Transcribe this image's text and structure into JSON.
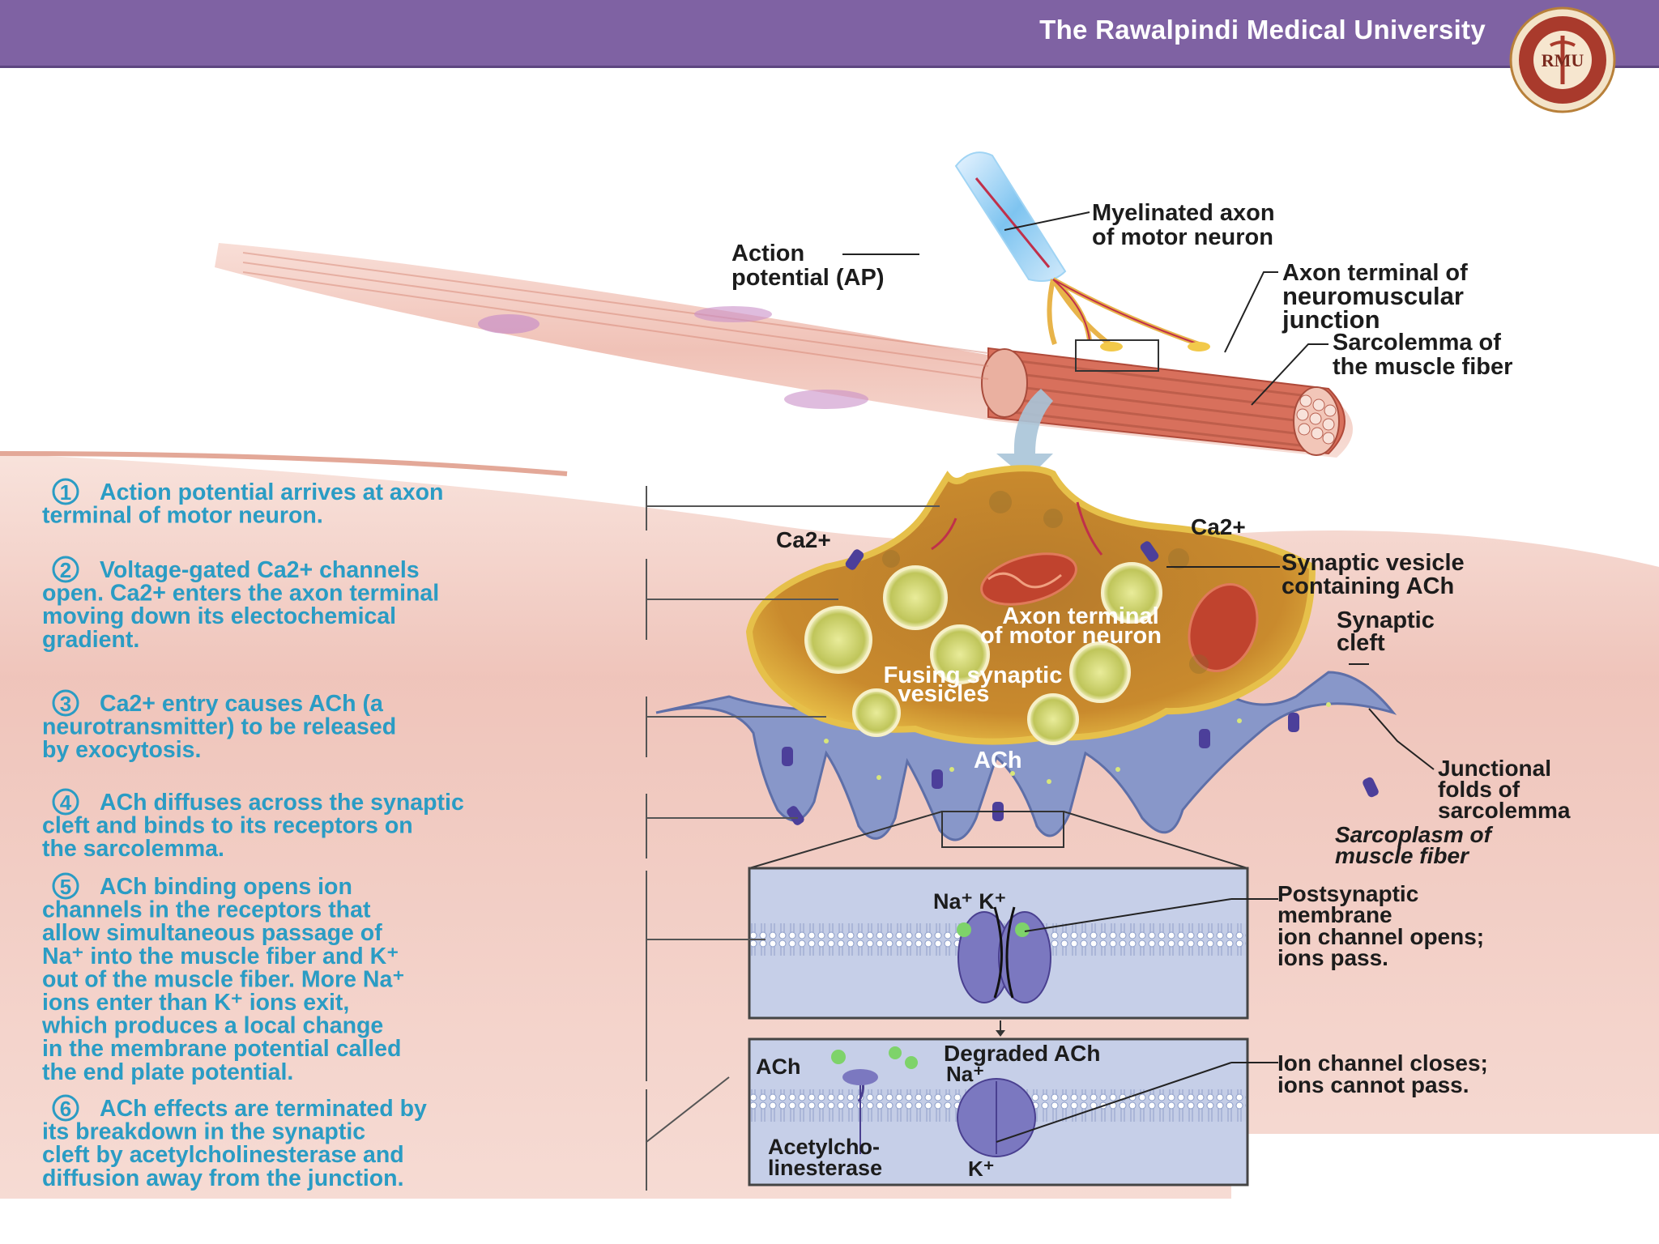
{
  "header": {
    "title": "The Rawalpindi Medical University",
    "logo_text": "RMU",
    "bar_color": "#7f62a3"
  },
  "labels": {
    "myelinated_axon": [
      "Myelinated axon",
      "of motor neuron"
    ],
    "action_potential": [
      "Action",
      "potential (AP)"
    ],
    "axon_terminal_nmj": [
      "Axon terminal of",
      "neuromuscular",
      "junction"
    ],
    "sarcolemma": [
      "Sarcolemma of",
      "the muscle fiber"
    ],
    "ca_left": "Ca2+",
    "ca_right": "Ca2+",
    "synaptic_vesicle": [
      "Synaptic vesicle",
      "containing ACh"
    ],
    "synaptic_cleft": [
      "Synaptic",
      "cleft"
    ],
    "axon_terminal_motor": [
      "Axon terminal",
      "of motor neuron"
    ],
    "fusing_vesicles": [
      "Fusing synaptic",
      "vesicles"
    ],
    "ach": "ACh",
    "junctional_folds": [
      "Junctional",
      "folds of",
      "sarcolemma"
    ],
    "sarcoplasm": [
      "Sarcoplasm of",
      "muscle fiber"
    ],
    "na_k": "Na⁺ K⁺",
    "postsynaptic": [
      "Postsynaptic",
      "membrane",
      "ion channel opens;",
      "ions pass."
    ],
    "ach_inset": "ACh",
    "degraded_ach": "Degraded ACh",
    "na_inset": "Na⁺",
    "k_inset": "K⁺",
    "acetylcholinesterase": [
      "Acetylcho-",
      "linesterase"
    ],
    "ion_channel_closes": [
      "Ion channel closes;",
      "ions cannot pass."
    ]
  },
  "steps": [
    {
      "num": "1",
      "lines": [
        "Action potential arrives at axon",
        "terminal of motor neuron."
      ]
    },
    {
      "num": "2",
      "lines": [
        "Voltage-gated Ca2+ channels",
        "open. Ca2+ enters the axon terminal",
        "moving down its electochemical",
        "gradient."
      ]
    },
    {
      "num": "3",
      "lines": [
        "Ca2+ entry causes ACh (a",
        "neurotransmitter) to be released",
        "by exocytosis."
      ]
    },
    {
      "num": "4",
      "lines": [
        "ACh diffuses across the synaptic",
        "cleft and binds to its receptors on",
        "the sarcolemma."
      ]
    },
    {
      "num": "5",
      "lines": [
        "ACh binding opens ion",
        "channels in the receptors that",
        "allow simultaneous passage of",
        "Na⁺ into the muscle fiber and K⁺",
        "out of the muscle fiber. More Na⁺",
        "ions enter than K⁺ ions exit,",
        "which produces a local change",
        "in the membrane potential called",
        "the end plate potential."
      ]
    },
    {
      "num": "6",
      "lines": [
        "ACh effects are terminated by",
        "its breakdown in the synaptic",
        "cleft by acetylcholinesterase and",
        "diffusion away from the junction."
      ]
    }
  ],
  "colors": {
    "step_text": "#2a9cc4",
    "muscle": "#e8a090",
    "terminal": "#d9a63a",
    "membrane": "#8a9cc8"
  }
}
